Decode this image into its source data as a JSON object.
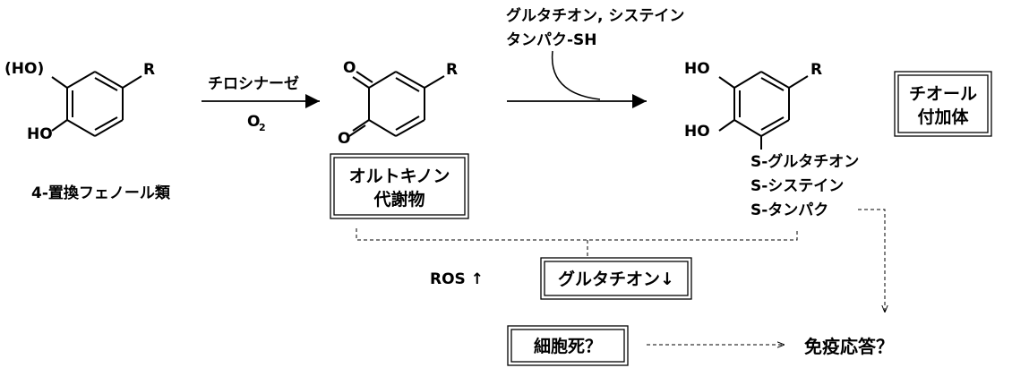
{
  "substrate": {
    "group_oh_optional": "(HO)",
    "group_oh": "HO",
    "group_r": "R",
    "label": "4-置換フェノール類"
  },
  "step1": {
    "enzyme": "チロシナーゼ",
    "o2_symbol": "O",
    "o2_subscript": "2"
  },
  "quinone": {
    "atom_o_top": "O",
    "atom_o_bottom": "O",
    "group_r": "R",
    "box_line1": "オルトキノン",
    "box_line2": "代謝物"
  },
  "step2": {
    "reagents_line1": "グルタチオン, システイン",
    "reagents_line2": "タンパク-SH"
  },
  "adduct": {
    "group_oh_top": "HO",
    "group_oh_bottom": "HO",
    "group_r": "R",
    "s_glutathione": "S-グルタチオン",
    "s_cysteine": "S-システイン",
    "s_protein": "S-タンパク",
    "box_line1": "チオール",
    "box_line2": "付加体"
  },
  "effects": {
    "ros": "ROS ↑",
    "glutathione_box": "グルタチオン↓",
    "cell_death_box": "細胞死？",
    "immune_response": "免疫応答？"
  },
  "colors": {
    "ink": "#000000",
    "background": "#ffffff"
  }
}
